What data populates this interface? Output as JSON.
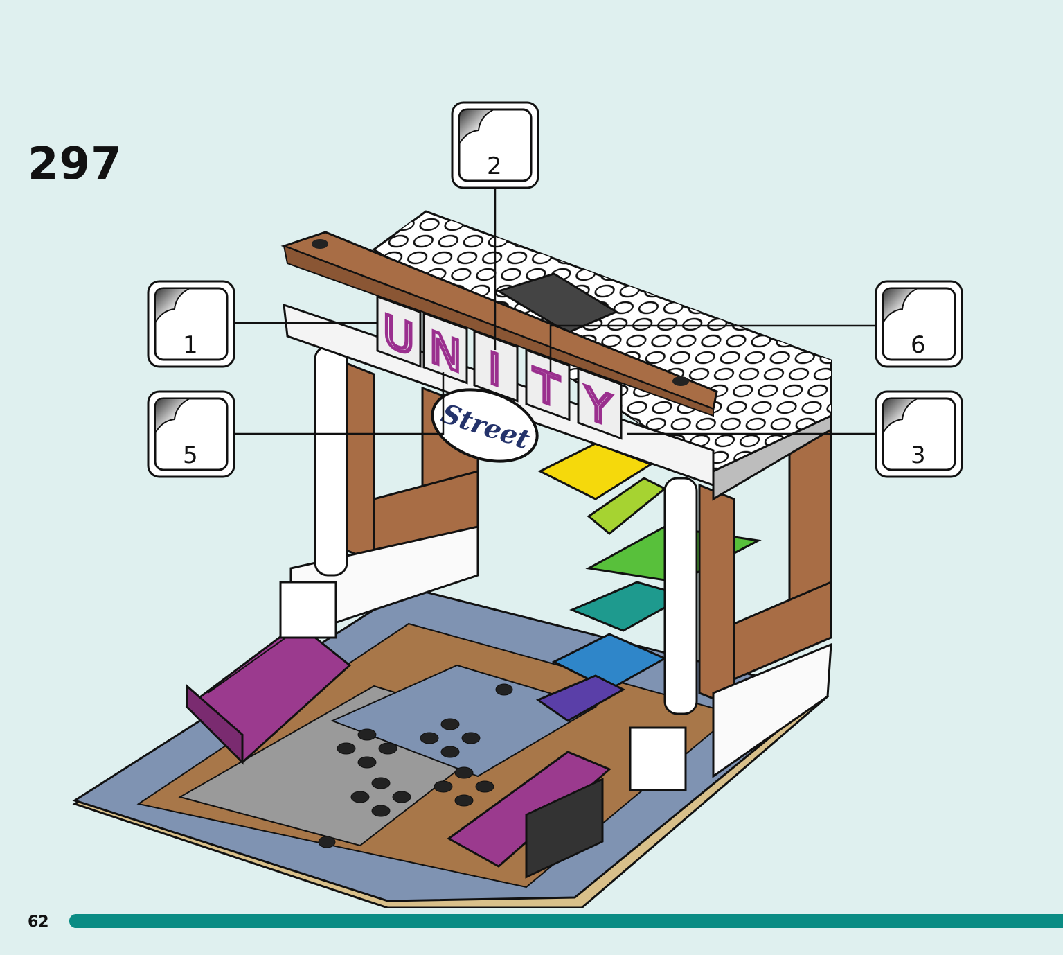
{
  "step": {
    "number": "297"
  },
  "page": {
    "number": "62"
  },
  "sign": {
    "letters": [
      "U",
      "N",
      "I",
      "T",
      "Y"
    ],
    "street": "Street"
  },
  "callouts": [
    {
      "id": "1",
      "label": "1"
    },
    {
      "id": "2",
      "label": "2"
    },
    {
      "id": "3",
      "label": "3"
    },
    {
      "id": "5",
      "label": "5"
    },
    {
      "id": "6",
      "label": "6"
    }
  ],
  "colors": {
    "background": "#dff0ef",
    "accent": "#0a8c84",
    "brown": "#a86d45",
    "magenta": "#9a2f8e",
    "sign_text": "#24336b"
  },
  "progress": {
    "fraction": 1.0
  }
}
